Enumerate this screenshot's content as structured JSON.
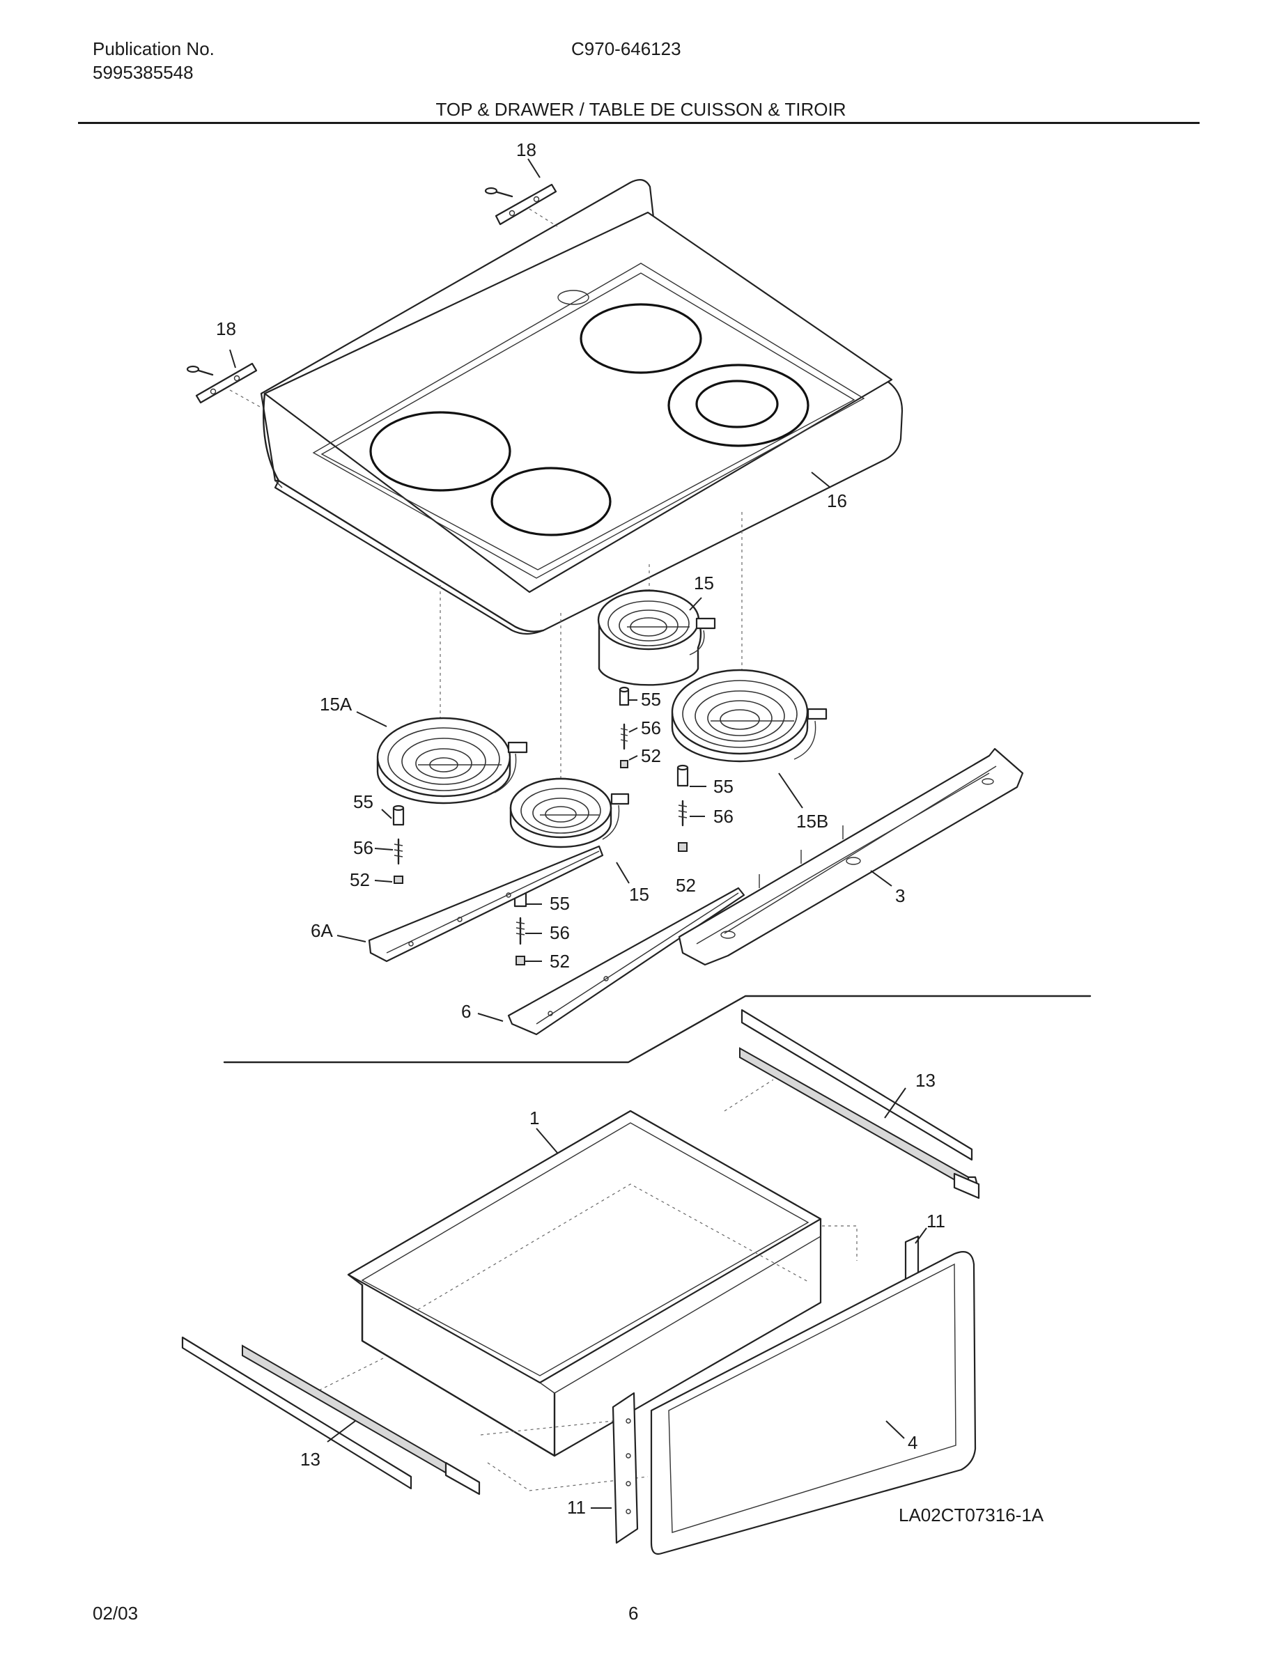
{
  "header": {
    "publication_label": "Publication No.",
    "publication_number": "5995385548",
    "model": "C970-646123",
    "title": "TOP & DRAWER / TABLE DE CUISSON & TIROIR"
  },
  "footer": {
    "date": "02/03",
    "page": "6",
    "drawing_code": "LA02CT07316-1A"
  },
  "callouts": {
    "c18_top": "18",
    "c18_left": "18",
    "c16": "16",
    "c15_top": "15",
    "c15a": "15A",
    "c55_a": "55",
    "c56_a": "56",
    "c52_a": "52",
    "c55_b": "55",
    "c56_b": "56",
    "c52_b": "52",
    "c55_c": "55",
    "c56_c": "56",
    "c52_c": "52",
    "c55_d": "55",
    "c56_d": "56",
    "c52_d": "52",
    "c15b": "15B",
    "c15_mid": "15",
    "c3": "3",
    "c6a": "6A",
    "c6": "6",
    "c1": "1",
    "c13_right": "13",
    "c13_left": "13",
    "c11_right": "11",
    "c11_bottom": "11",
    "c4": "4"
  }
}
